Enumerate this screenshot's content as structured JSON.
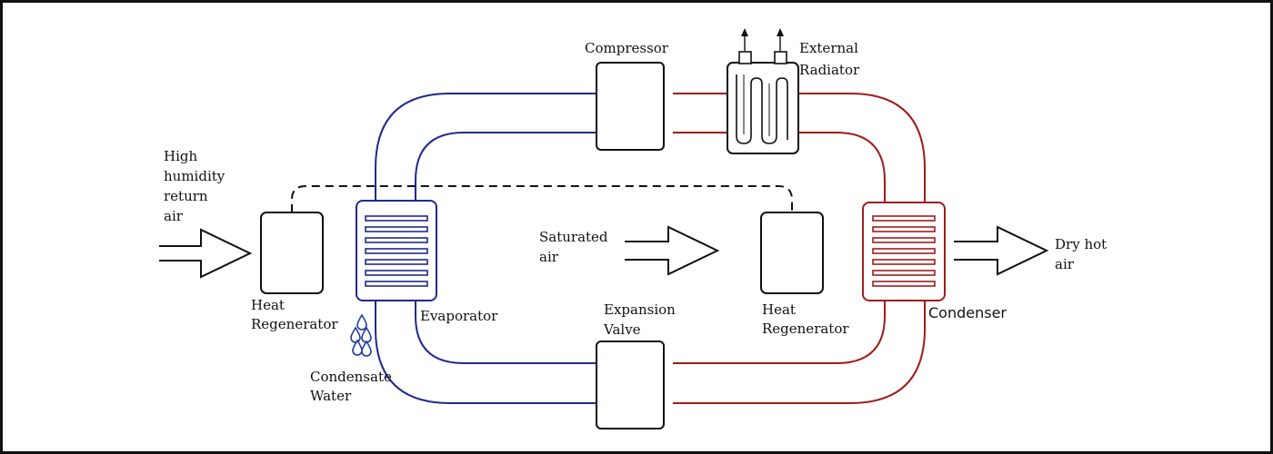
{
  "colors": {
    "cold": "#1f2a8c",
    "hot": "#a01c1c",
    "ink": "#111111",
    "water": "#1f3aa0"
  },
  "labels": {
    "inlet_air": [
      "High",
      "humidity",
      "return",
      "air"
    ],
    "left_regenerator": [
      "Heat",
      "Regenerator"
    ],
    "evaporator": "Evaporator",
    "condensate_water": [
      "Condensate",
      "Water"
    ],
    "saturated_air": [
      "Saturated",
      "air"
    ],
    "compressor": "Compressor",
    "external_radiator": [
      "External",
      "Radiator"
    ],
    "expansion_valve": [
      "Expansion",
      "Valve"
    ],
    "right_regenerator": [
      "Heat",
      "Regenerator"
    ],
    "condenser": "Condenser",
    "outlet_air": [
      "Dry hot",
      "air"
    ]
  },
  "icons": {
    "airflow": "hollow-arrow-icon",
    "droplets": "water-drop-icon",
    "radiator_flow": "up-arrow-icon"
  }
}
